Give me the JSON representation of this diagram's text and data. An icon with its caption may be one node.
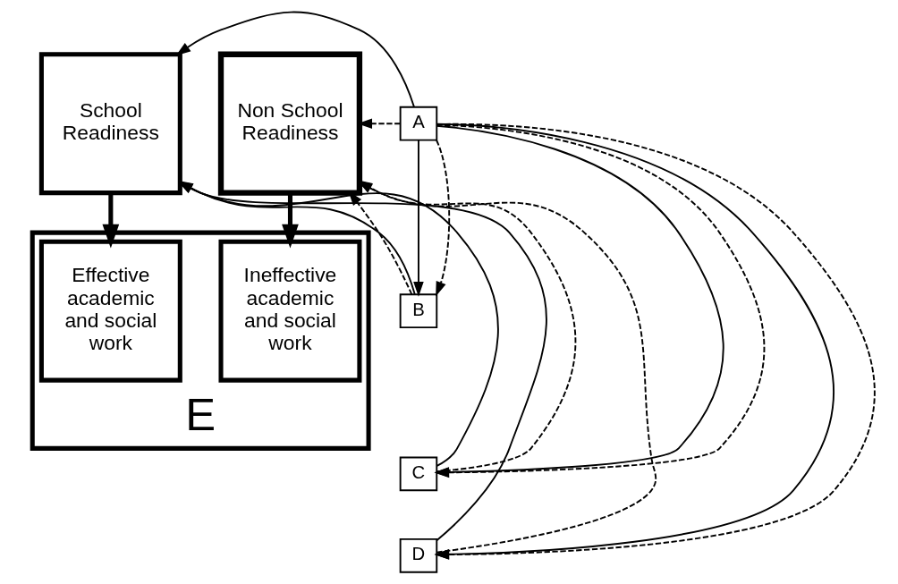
{
  "diagram": {
    "nodes": [
      {
        "text": [
          "School Readiness"
        ]
      },
      {
        "text": [
          "A"
        ]
      },
      {
        "text": [
          "B"
        ]
      },
      {
        "text": [
          "C"
        ]
      },
      {
        "text": [
          "D"
        ]
      },
      {
        "text": [
          "Non School Readiness"
        ]
      },
      {
        "text": [
          "E"
        ]
      },
      {
        "text": [
          "Effective academic and social work"
        ],
        "in": 6
      },
      {
        "text": [
          "Ineffective academic and social work"
        ],
        "in": 6
      }
    ],
    "edges": [
      {
        "from": 1,
        "to": 0,
        "arrow": "to"
      },
      {
        "from": 2,
        "to": 0,
        "arrow": "to"
      },
      {
        "from": 3,
        "to": 0,
        "arrow": "to"
      },
      {
        "from": 4,
        "to": 0,
        "arrow": "to"
      },
      {
        "from": 1,
        "to": 2,
        "arrow": "to"
      },
      {
        "from": 1,
        "to": 3,
        "arrow": "to"
      },
      {
        "from": 1,
        "to": 4,
        "arrow": "to"
      },
      {
        "from": 1,
        "to": 2,
        "arrow": "to",
        "style": "dashed"
      },
      {
        "from": 1,
        "to": 3,
        "arrow": "to",
        "style": "dashed"
      },
      {
        "from": 1,
        "to": 4,
        "arrow": "to",
        "style": "dashed"
      },
      {
        "from": 1,
        "to": 5,
        "arrow": "to",
        "style": "dashed"
      },
      {
        "from": 2,
        "to": 5,
        "arrow": "to",
        "style": "dashed"
      },
      {
        "from": 3,
        "to": 5,
        "arrow": "to",
        "style": "dashed"
      },
      {
        "from": 4,
        "to": 5,
        "arrow": "to",
        "style": "dashed"
      },
      {
        "from": 0,
        "to": 7,
        "arrow": "to",
        "style": "thick"
      },
      {
        "from": 5,
        "to": 8,
        "arrow": "to",
        "style": "thick"
      }
    ]
  }
}
